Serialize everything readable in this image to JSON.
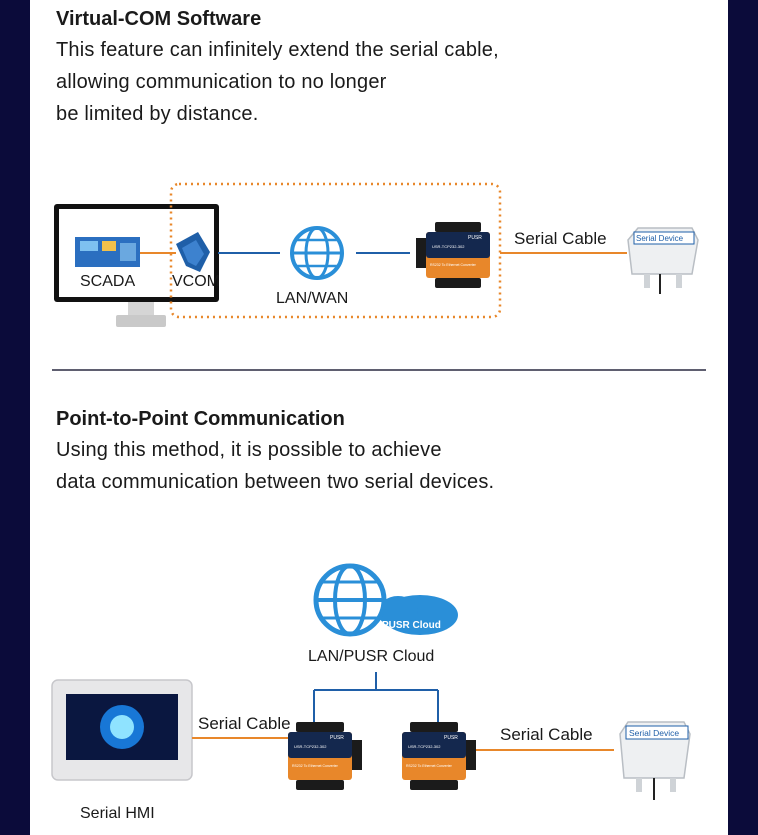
{
  "section1": {
    "title": "Virtual-COM Software",
    "lines": [
      "This feature can infinitely extend the serial cable,",
      "allowing communication to no longer",
      "be limited by distance."
    ],
    "scada_label": "SCADA",
    "vcom_label": "VCOM",
    "lanwan_label": "LAN/WAN",
    "serial_cable_label": "Serial Cable",
    "serial_device_label": "Serial Device",
    "device_brand": "PUSR",
    "device_model": "USR-TCP232-302",
    "device_caption": "RS232 To Ethernet Converter"
  },
  "section2": {
    "title": "Point-to-Point Communication",
    "lines": [
      "Using this method, it is possible to achieve",
      "data communication between two serial devices."
    ],
    "cloud_badge": "PUSR Cloud",
    "cloud_label": "LAN/PUSR Cloud",
    "serial_cable_left": "Serial Cable",
    "serial_cable_right": "Serial Cable",
    "hmi_label": "Serial HMI",
    "serial_device_label": "Serial Device",
    "device_brand": "PUSR",
    "device_model": "USR-TCP232-302",
    "device_caption": "RS232 To Ethernet Converter"
  },
  "colors": {
    "accent_orange": "#e8872a",
    "accent_blue": "#1f5fa8",
    "background": "#0b0b3a"
  }
}
